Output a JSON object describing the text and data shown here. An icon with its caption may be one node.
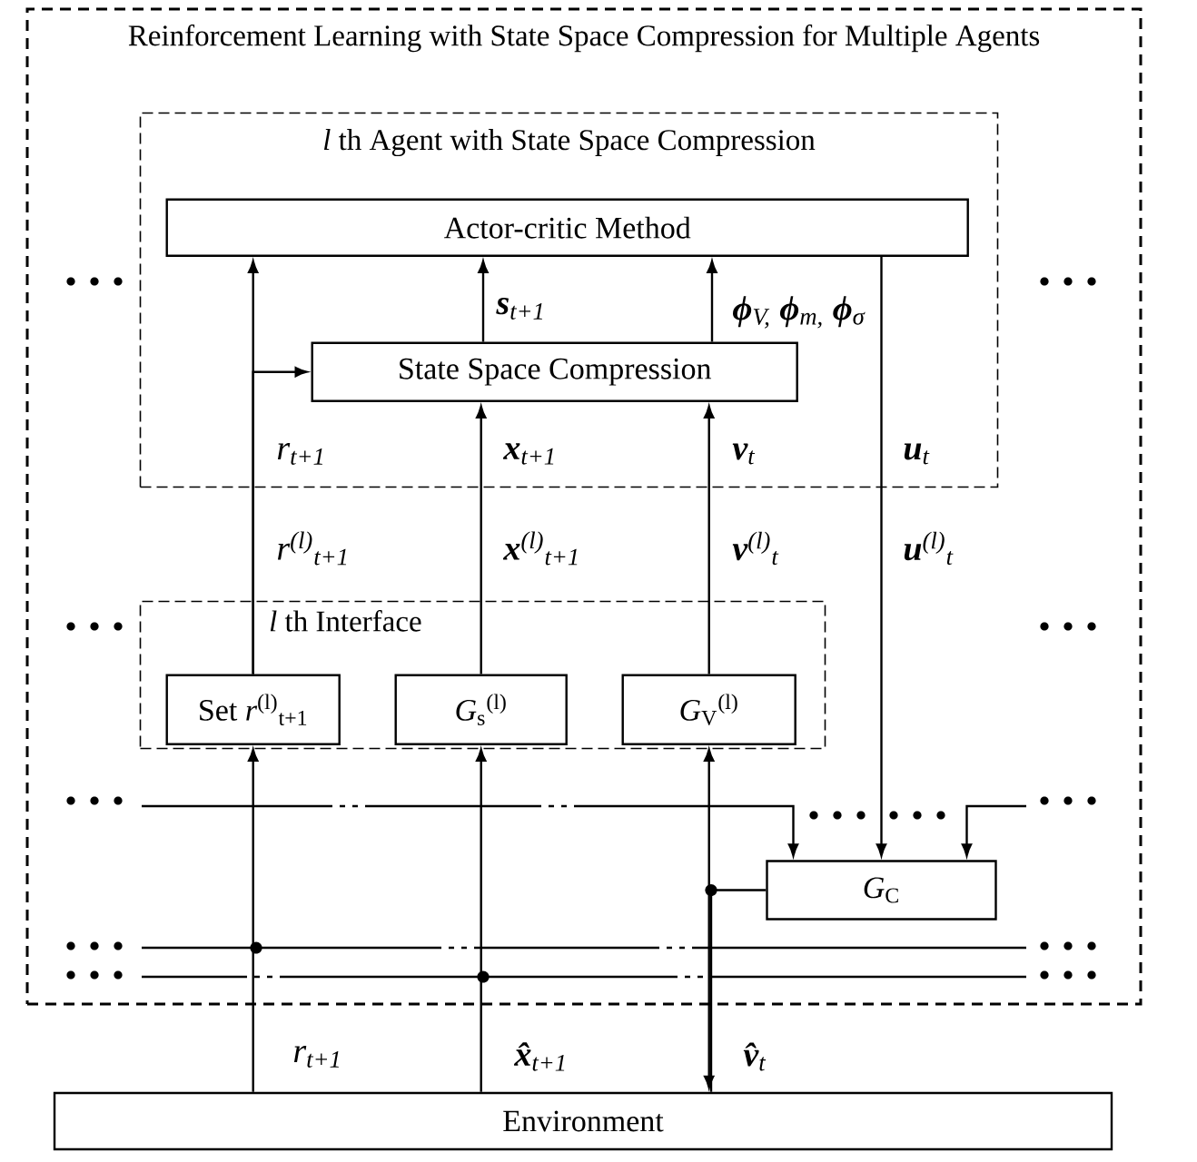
{
  "diagram": {
    "nodes": [
      {
        "text": [
          "Reinforcement Learning with State Space Compression for Multiple Agents"
        ]
      },
      {
        "text": [
          "*l* th Agent with State Space Compression"
        ],
        "in": 0
      },
      {
        "text": [
          "Actor-critic Method"
        ],
        "in": 1
      },
      {
        "text": [
          "State Space Compression"
        ],
        "in": 1
      },
      {
        "text": [
          "*l* th Interface"
        ],
        "in": 0
      },
      {
        "text": [
          "Set *r*$^{(l)}$$_{t+1}$"
        ],
        "in": 4
      },
      {
        "text": [
          "*G*$_{s}$$^{(l)}$"
        ],
        "in": 4
      },
      {
        "text": [
          "*G*$_{V}$$^{(l)}$"
        ],
        "in": 4
      },
      {
        "text": [
          "*G*$_{C}$"
        ],
        "in": 0
      },
      {
        "text": [
          "Environment"
        ]
      }
    ],
    "edges": [
      {
        "from": 9,
        "to": 5,
        "arrow": "to",
        "label": "r$_{t+1}$"
      },
      {
        "from": 9,
        "to": 6,
        "arrow": "to",
        "label": "**x̂**$_{t+1}$"
      },
      {
        "from": 9,
        "to": 7,
        "arrow": "both",
        "label": "**v̂**$_{t}$"
      },
      {
        "from": 5,
        "to": 2,
        "arrow": "to",
        "label": "r$^{(l)}$$_{t+1}$"
      },
      {
        "from": 5,
        "to": 3,
        "arrow": "to"
      },
      {
        "from": 6,
        "to": 3,
        "arrow": "to",
        "label": "**x**$^{(l)}$$_{t+1}$"
      },
      {
        "from": 7,
        "to": 3,
        "arrow": "to",
        "label": "**v**$^{(l)}$$_{t}$"
      },
      {
        "from": 3,
        "to": 2,
        "arrow": "to",
        "label": "**s**$_{t+1}$"
      },
      {
        "from": 3,
        "to": 2,
        "arrow": "to",
        "label": "**ϕ**$_{V,}$ **ϕ**$_{m,}$ **ϕ**$_{σ}$"
      },
      {
        "from": 2,
        "to": 8,
        "arrow": "to",
        "label": "**u**$^{(l)}$$_{t}$"
      },
      {
        "from": 9,
        "to": 8,
        "arrow": "none"
      },
      {
        "from": null,
        "to": 8,
        "arrow": "to"
      },
      {
        "from": null,
        "to": 8,
        "arrow": "to"
      }
    ],
    "labels": [
      "r$_{t+1}$",
      "**x**$_{t+1}$",
      "**v**$_{t}$",
      "**u**$_{t}$"
    ]
  }
}
